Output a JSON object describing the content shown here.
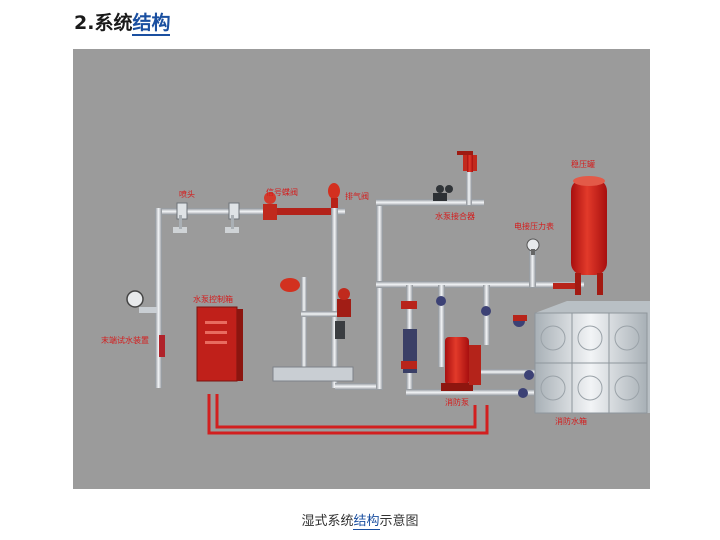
{
  "heading": {
    "number": "2.",
    "prefix": "系统",
    "link": "结构"
  },
  "diagram": {
    "labels": {
      "head": "喷头",
      "signal_valve": "信号蝶阀",
      "exhaust_valve": "排气阀",
      "pump_adapter": "水泵接合器",
      "pressure_tank": "稳压罐",
      "electric_gauge": "电接压力表",
      "pump_control_box": "水泵控制箱",
      "end_test_device": "末端试水装置",
      "fire_pump": "消防泵",
      "fire_water_tank": "消防水箱"
    }
  },
  "caption": {
    "prefix": "湿式系统",
    "link": "结构",
    "suffix": "示意图"
  }
}
